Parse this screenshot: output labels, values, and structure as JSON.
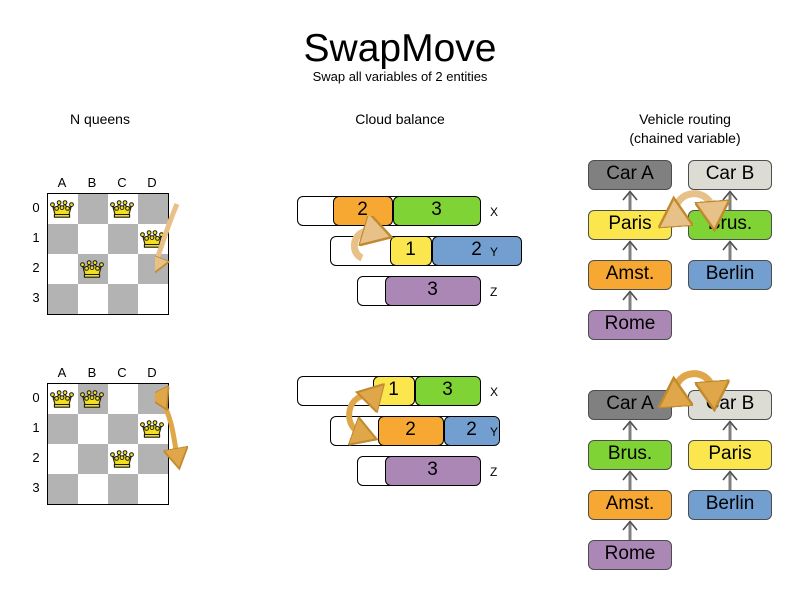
{
  "header": {
    "title": "SwapMove",
    "subtitle": "Swap all variables of 2 entities"
  },
  "sections": {
    "nqueens": {
      "title": "N queens",
      "files": [
        "A",
        "B",
        "C",
        "D"
      ],
      "ranks": [
        "0",
        "1",
        "2",
        "3"
      ],
      "before": {
        "queens": [
          [
            0,
            0
          ],
          [
            0,
            2
          ],
          [
            1,
            3
          ],
          [
            2,
            1
          ]
        ]
      },
      "after": {
        "queens": [
          [
            0,
            0
          ],
          [
            0,
            1
          ],
          [
            1,
            3
          ],
          [
            2,
            2
          ]
        ]
      }
    },
    "cloud": {
      "title": "Cloud balance",
      "before": {
        "rows": [
          {
            "label": "X",
            "segments": [
              {
                "value": "2",
                "color": "#f7a833"
              },
              {
                "value": "3",
                "color": "#80d335"
              }
            ]
          },
          {
            "label": "Y",
            "segments": [
              {
                "value": "1",
                "color": "#fbe74d"
              },
              {
                "value": "2",
                "color": "#729fcf"
              }
            ]
          },
          {
            "label": "Z",
            "segments": [
              {
                "value": "3",
                "color": "#ab87b5"
              }
            ]
          }
        ]
      },
      "after": {
        "rows": [
          {
            "label": "X",
            "segments": [
              {
                "value": "1",
                "color": "#fbe74d"
              },
              {
                "value": "3",
                "color": "#80d335"
              }
            ]
          },
          {
            "label": "Y",
            "segments": [
              {
                "value": "2",
                "color": "#f7a833"
              },
              {
                "value": "2",
                "color": "#729fcf"
              }
            ]
          },
          {
            "label": "Z",
            "segments": [
              {
                "value": "3",
                "color": "#ab87b5"
              }
            ]
          }
        ]
      }
    },
    "vrp": {
      "title_line1": "Vehicle routing",
      "title_line2": "(chained variable)",
      "before": {
        "chain_a": [
          {
            "label": "Car A",
            "color": "#808080"
          },
          {
            "label": "Paris",
            "color": "#fbe74d"
          },
          {
            "label": "Amst.",
            "color": "#f7a833"
          },
          {
            "label": "Rome",
            "color": "#ab87b5"
          }
        ],
        "chain_b": [
          {
            "label": "Car B",
            "color": "#dcdcd4"
          },
          {
            "label": "Brus.",
            "color": "#80d335"
          },
          {
            "label": "Berlin",
            "color": "#729fcf"
          }
        ]
      },
      "after": {
        "chain_a": [
          {
            "label": "Car A",
            "color": "#808080"
          },
          {
            "label": "Brus.",
            "color": "#80d335"
          },
          {
            "label": "Amst.",
            "color": "#f7a833"
          },
          {
            "label": "Rome",
            "color": "#ab87b5"
          }
        ],
        "chain_b": [
          {
            "label": "Car B",
            "color": "#dcdcd4"
          },
          {
            "label": "Paris",
            "color": "#fbe74d"
          },
          {
            "label": "Berlin",
            "color": "#729fcf"
          }
        ]
      }
    }
  },
  "colors": {
    "arrow": "#e0a64a",
    "arrow_light": "#e8c189",
    "board_dark": "#b3b3b3",
    "board_light": "#ffffff",
    "link": "#808080"
  }
}
